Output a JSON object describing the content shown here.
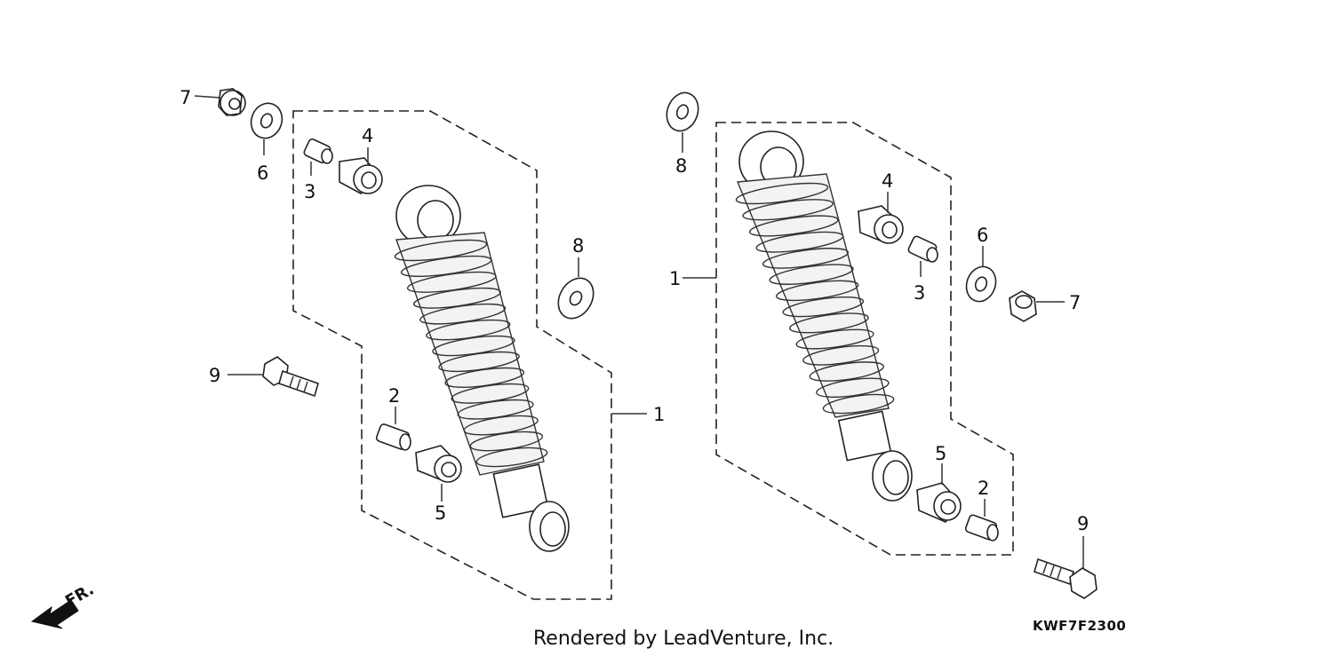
{
  "diagram_code": "KWF7F2300",
  "footer": "Rendered by LeadVenture, Inc.",
  "direction_label": "FR.",
  "callouts": {
    "l1": "1",
    "l2": "2",
    "l3": "3",
    "l4": "4",
    "l5": "5",
    "l6": "6",
    "l7": "7",
    "l8": "8",
    "l9": "9",
    "r1": "1",
    "r2": "2",
    "r3": "3",
    "r4": "4",
    "r5": "5",
    "r6": "6",
    "r7": "7",
    "r8": "8",
    "r9": "9"
  }
}
